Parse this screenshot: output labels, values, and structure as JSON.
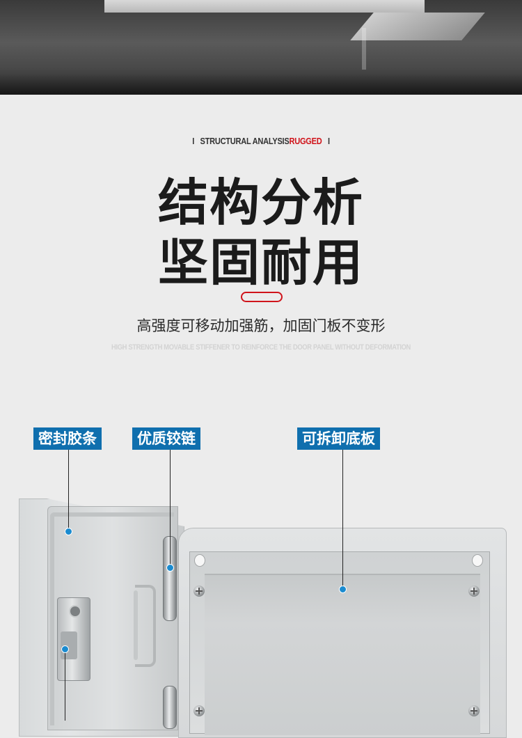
{
  "header": {
    "en_prefix": "STRUCTURAL ANALYSIS",
    "en_accent": "RUGGED",
    "divider_left": "I",
    "divider_right": "I",
    "accent_color": "#d0141b"
  },
  "title": {
    "line1": "结构分析",
    "line2": "坚固耐用"
  },
  "description": {
    "cn": "高强度可移动加强筋，加固门板不变形",
    "en": "HIGH STRENGTH MOVABLE STIFFENER TO REINFORCE THE DOOR PANEL WITHOUT DEFORMATION"
  },
  "labels": {
    "seal_strip": "密封胶条",
    "hinge": "优质铰链",
    "base_plate": "可拆卸底板",
    "label_bg_color": "#0f6fae",
    "marker_color": "#1a8bd0"
  }
}
